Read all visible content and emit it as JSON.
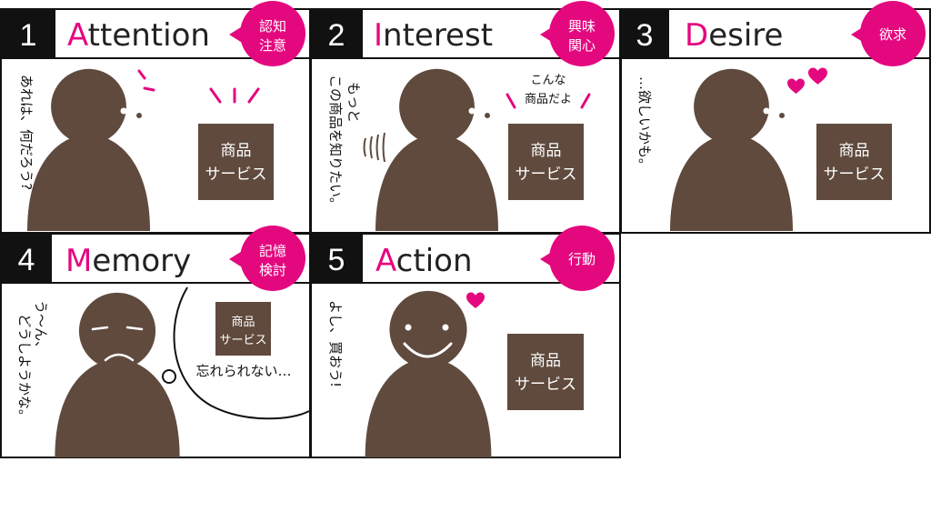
{
  "colors": {
    "brown": "#5f4a3d",
    "magenta": "#e4087f",
    "header_bg": "#111111"
  },
  "panels": [
    {
      "number": "1",
      "initial": "A",
      "rest": "ttention",
      "badge": [
        "認知",
        "注意"
      ],
      "speech": [
        "あれは、何だろう?"
      ],
      "product": [
        "商品",
        "サービス"
      ]
    },
    {
      "number": "2",
      "initial": "I",
      "rest": "nterest",
      "badge": [
        "興味",
        "関心"
      ],
      "speech": [
        "もっと",
        "この商品を知りたい。"
      ],
      "remark": [
        "こんな",
        "商品だよ"
      ],
      "product": [
        "商品",
        "サービス"
      ]
    },
    {
      "number": "3",
      "initial": "D",
      "rest": "esire",
      "badge": [
        "欲求"
      ],
      "speech": [
        "…欲しいかも。"
      ],
      "product": [
        "商品",
        "サービス"
      ]
    },
    {
      "number": "4",
      "initial": "M",
      "rest": "emory",
      "badge": [
        "記憶",
        "検討"
      ],
      "speech": [
        "う〜ん、",
        "どうしようかな。"
      ],
      "thought": "忘れられない…",
      "product": [
        "商品",
        "サービス"
      ]
    },
    {
      "number": "5",
      "initial": "A",
      "rest": "ction",
      "badge": [
        "行動"
      ],
      "speech": [
        "よし、買おう!"
      ],
      "product": [
        "商品",
        "サービス"
      ]
    }
  ]
}
